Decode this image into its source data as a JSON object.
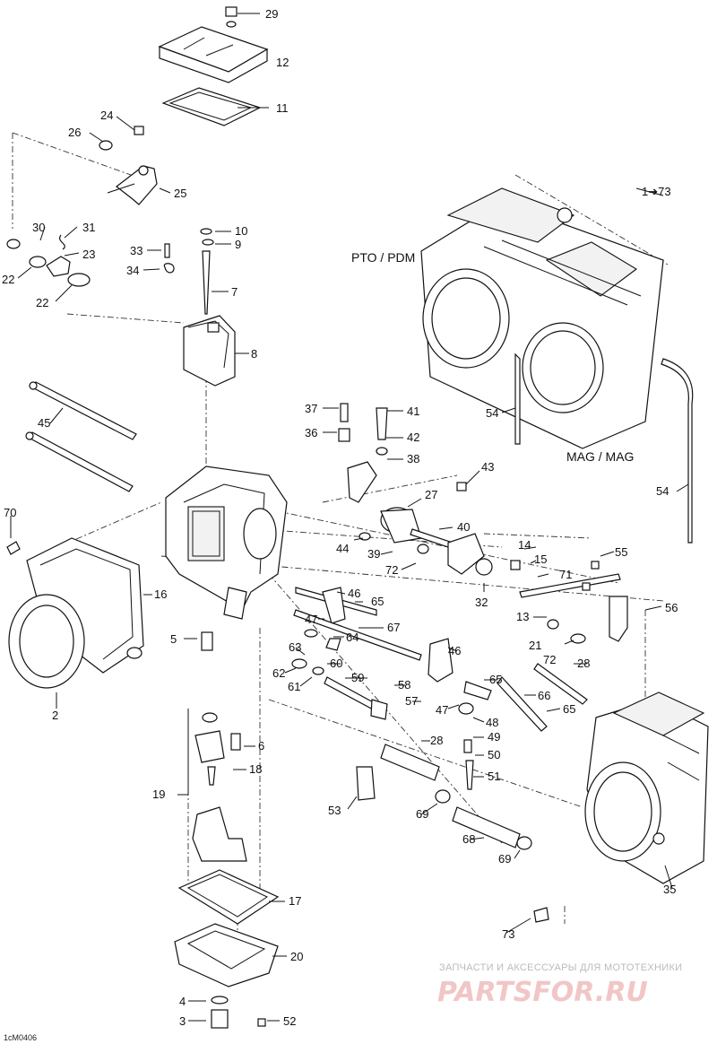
{
  "figure_id": "1cM0406",
  "labels": {
    "pto": "PTO / PDM",
    "mag": "MAG / MAG"
  },
  "watermark": {
    "tagline": "ЗАПЧАСТИ И АКСЕССУАРЫ ДЛЯ МОТОТЕХНИКИ",
    "brand": "PARTSFOR.RU"
  },
  "callouts": [
    "29",
    "12",
    "11",
    "24",
    "26",
    "25",
    "1➔73",
    "30",
    "31",
    "23",
    "10",
    "9",
    "33",
    "34",
    "7",
    "22",
    "22",
    "8",
    "37",
    "41",
    "36",
    "42",
    "38",
    "43",
    "45",
    "27",
    "40",
    "44",
    "39",
    "72",
    "14",
    "15",
    "71",
    "55",
    "70",
    "16",
    "46",
    "65",
    "32",
    "56",
    "13",
    "47",
    "64",
    "67",
    "46",
    "21",
    "72",
    "28",
    "5",
    "63",
    "62",
    "60",
    "61",
    "59",
    "58",
    "57",
    "47",
    "65",
    "48",
    "66",
    "65",
    "2",
    "49",
    "6",
    "18",
    "28",
    "50",
    "51",
    "19",
    "53",
    "69",
    "68",
    "69",
    "35",
    "17",
    "73",
    "20",
    "4",
    "3",
    "52",
    "54",
    "54"
  ]
}
